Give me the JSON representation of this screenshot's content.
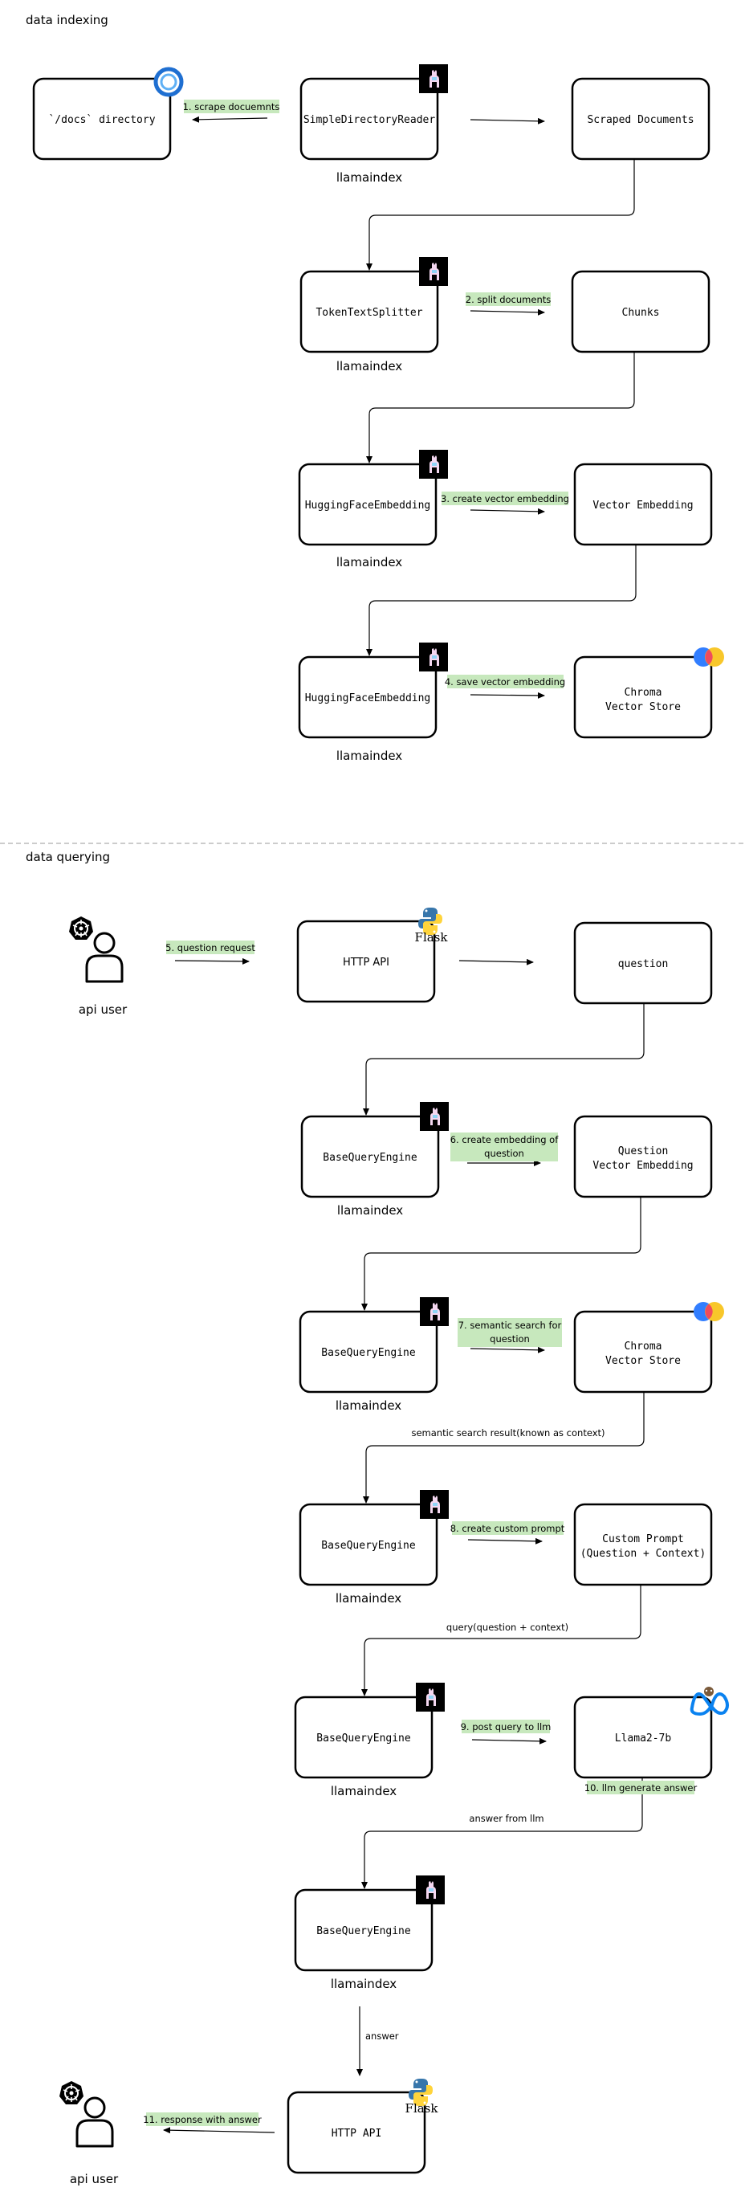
{
  "sections": {
    "indexing": "data indexing",
    "querying": "data querying"
  },
  "boxes": {
    "docs_dir": "`/docs` directory",
    "reader": "SimpleDirectoryReader",
    "scraped": "Scraped Documents",
    "splitter": "TokenTextSplitter",
    "chunks": "Chunks",
    "hf_embed_1": "HuggingFaceEmbedding",
    "vector_embedding": "Vector Embedding",
    "hf_embed_2": "HuggingFaceEmbedding",
    "chroma_1": [
      "Chroma",
      "Vector Store"
    ],
    "http_api_1": "HTTP API",
    "question": "question",
    "bqe_1": "BaseQueryEngine",
    "question_vec": [
      "Question",
      "Vector Embedding"
    ],
    "bqe_2": "BaseQueryEngine",
    "chroma_2": [
      "Chroma",
      "Vector Store"
    ],
    "bqe_3": "BaseQueryEngine",
    "custom_prompt": [
      "Custom Prompt",
      "(Question + Context)"
    ],
    "bqe_4": "BaseQueryEngine",
    "llama2": "Llama2-7b",
    "bqe_5": "BaseQueryEngine",
    "http_api_2": "HTTP API"
  },
  "captions": {
    "llamaindex": "llamaindex",
    "api_user": "api user"
  },
  "steps": {
    "s1": "1. scrape  docuemnts",
    "s2": "2. split documents",
    "s3": "3. create vector embedding",
    "s4": "4. save vector embedding",
    "s5": "5. question request",
    "s6": [
      "6. create embedding of",
      "question"
    ],
    "s7": [
      "7. semantic search for",
      "question"
    ],
    "s8": "8. create custom prompt",
    "s9": "9. post query to llm",
    "s10": "10. llm generate answer",
    "s11": "11. response with answer"
  },
  "edge_labels": {
    "semantic": "semantic search result(known as context)",
    "query": "query(question + context)",
    "answer_from_llm": "answer from llm",
    "answer": "answer"
  },
  "logos": {
    "flask": "Flask",
    "llamaindex_icon": "llama-icon",
    "chroma_icon": "chroma-logo-icon",
    "meta_icon": "meta-logo-icon",
    "python_icon": "python-logo-icon",
    "kubernetes_icon": "kubernetes-icon",
    "docs_icon": "blue-ring-icon"
  },
  "colors": {
    "step_highlight": "#c7e8bd",
    "llama_bg": "#000000",
    "chroma_red": "#ef4b5d",
    "chroma_yellow": "#f8c72a",
    "chroma_blue": "#327eff",
    "meta_blue": "#0a82f0",
    "python_blue": "#3776ab",
    "python_yellow": "#ffd43b"
  }
}
